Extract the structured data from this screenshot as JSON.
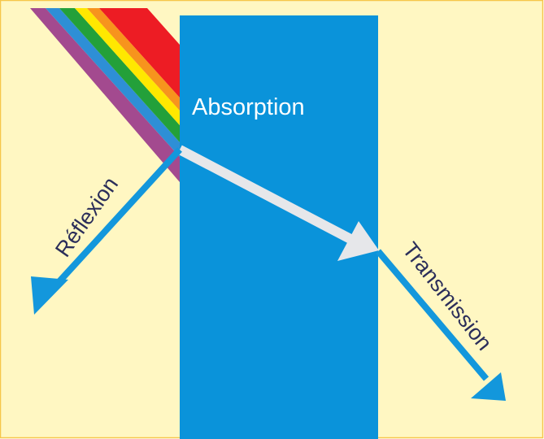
{
  "colors": {
    "background": "#FFF7C2",
    "border": "#F6C64A",
    "material": "#0A93DA",
    "white_arrow": "#E6E7EA",
    "blue_arrow": "#1397DC",
    "label_absorption": "#FFFFFF",
    "label_dark": "#2B2E5A",
    "rainbow": [
      "#A34A8F",
      "#2E8FD6",
      "#23A03A",
      "#FFE800",
      "#F7941D",
      "#ED1C24"
    ]
  },
  "labels": {
    "absorption": "Absorption",
    "reflection": "Réflexion",
    "transmission": "Transmission"
  }
}
